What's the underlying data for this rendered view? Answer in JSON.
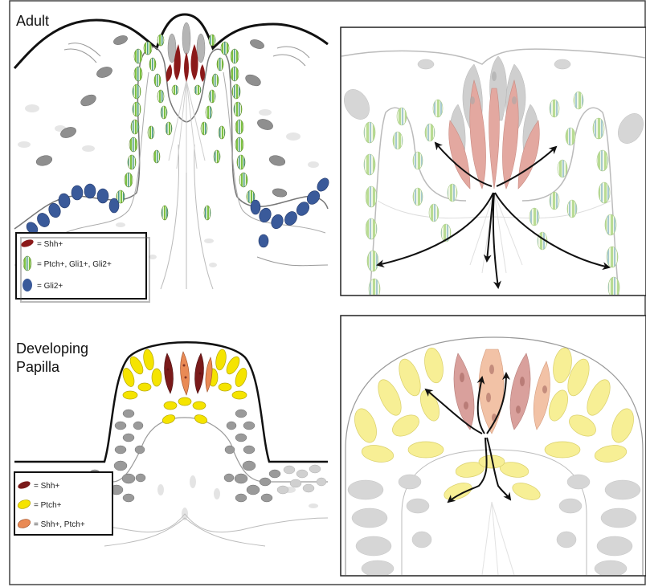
{
  "panels": {
    "adult": {
      "title": "Adult",
      "legend": [
        {
          "label": "= Shh+",
          "swatch": "dark-red"
        },
        {
          "label": "= Ptch+, Gli1+, Gli2+",
          "swatch": "green-striped"
        },
        {
          "label": "= Gli2+",
          "swatch": "blue"
        }
      ]
    },
    "developing": {
      "title_line1": "Developing",
      "title_line2": "Papilla",
      "legend": [
        {
          "label": "= Shh+",
          "swatch": "dark-red"
        },
        {
          "label": "= Ptch+",
          "swatch": "yellow"
        },
        {
          "label": "= Shh+, Ptch+",
          "swatch": "orange"
        }
      ]
    }
  },
  "colors": {
    "shh": "#8b1a1a",
    "ptch_green": "#7cc142",
    "gli2_blue": "#3a5a9a",
    "ptch_yellow": "#f5e400",
    "shh_ptch_orange": "#e98a55",
    "gray_cell": "#a9a9a9",
    "faded_red": "#d9a0a0",
    "faded_yellow": "#f7ef95",
    "faded_orange": "#f2c2a6"
  }
}
